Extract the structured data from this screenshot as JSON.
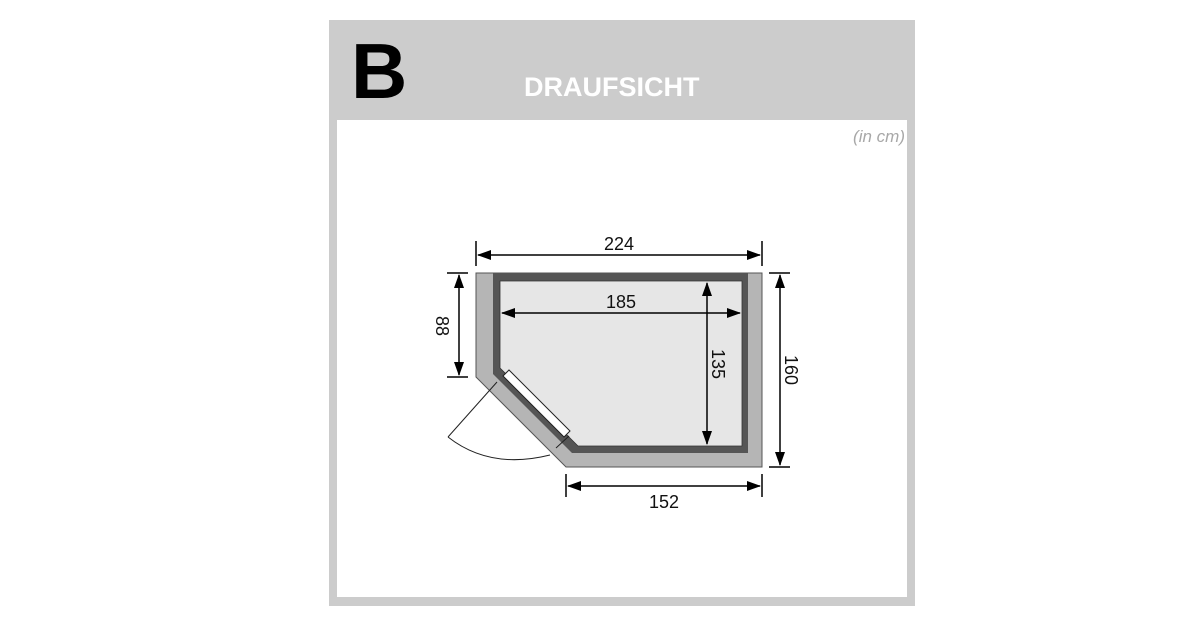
{
  "header": {
    "letter": "B",
    "title": "DRAUFSICHT"
  },
  "panel": {
    "unit_note": "(in cm)"
  },
  "floor_plan": {
    "type": "sauna corner floor plan (top view)",
    "dimensions": {
      "outer_width": "224",
      "inner_width": "185",
      "left_side_height": "88",
      "inner_depth": "135",
      "outer_depth": "160",
      "front_width": "152"
    },
    "door": "corner door with swing arc"
  },
  "colors": {
    "frame": "#cccccc",
    "outer_wall": "#b5b5b5",
    "inner_wall": "#555555",
    "floor": "#e6e6e6",
    "title_text": "#ffffff",
    "unit_text": "#a8a8a8"
  }
}
